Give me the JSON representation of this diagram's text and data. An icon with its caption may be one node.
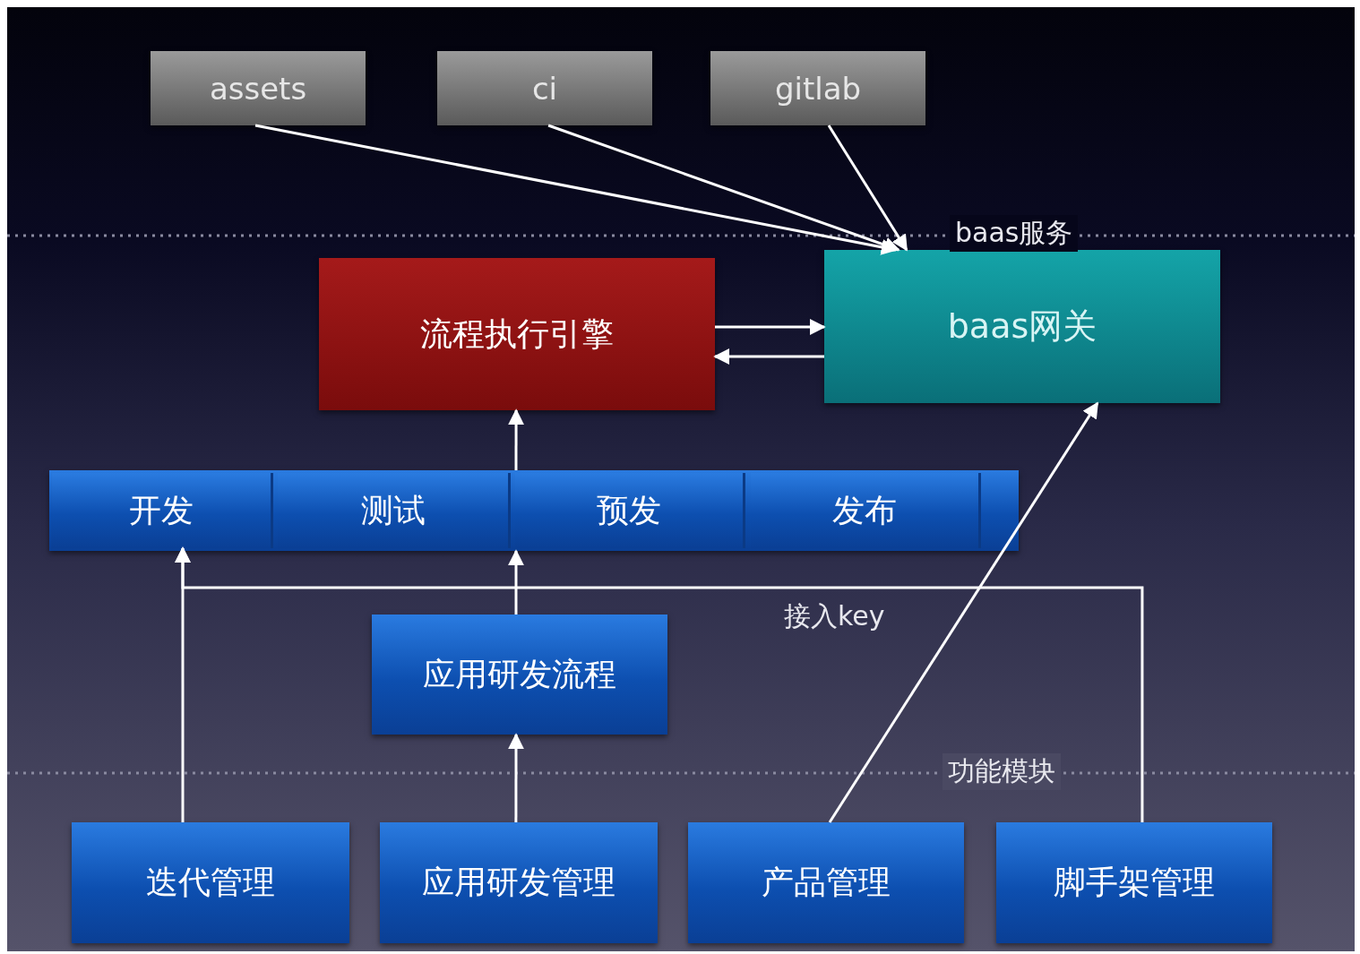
{
  "diagram": {
    "nodes": [
      {
        "text": [
          "assets"
        ]
      },
      {
        "text": [
          "ci"
        ]
      },
      {
        "text": [
          "gitlab"
        ]
      },
      {
        "text": [
          "流程执行引擎"
        ]
      },
      {
        "text": [
          "baas网关"
        ]
      },
      {
        "text": [],
        "shape": "bar"
      },
      {
        "text": [
          "开发"
        ],
        "in": 5
      },
      {
        "text": [
          "测试"
        ],
        "in": 5
      },
      {
        "text": [
          "预发"
        ],
        "in": 5
      },
      {
        "text": [
          "发布"
        ],
        "in": 5
      },
      {
        "text": [
          "应用研发流程"
        ]
      },
      {
        "text": [
          "迭代管理"
        ]
      },
      {
        "text": [
          "应用研发管理"
        ]
      },
      {
        "text": [
          "产品管理"
        ]
      },
      {
        "text": [
          "脚手架管理"
        ]
      }
    ],
    "edges": [
      {
        "from": 0,
        "to": 4,
        "arrow": "to"
      },
      {
        "from": 1,
        "to": 4,
        "arrow": "to"
      },
      {
        "from": 2,
        "to": 4,
        "arrow": "to"
      },
      {
        "from": 3,
        "to": 4,
        "arrow": "to"
      },
      {
        "from": 4,
        "to": 3,
        "arrow": "to"
      },
      {
        "from": 5,
        "to": 3,
        "arrow": "to"
      },
      {
        "from": 10,
        "to": 5,
        "arrow": "to"
      },
      {
        "from": 12,
        "to": 10,
        "arrow": "to"
      },
      {
        "from": 11,
        "to": 6,
        "arrow": "to"
      },
      {
        "from": 13,
        "to": 4,
        "arrow": "to"
      },
      {
        "from": 14,
        "to": 6,
        "arrow": "to",
        "label": "接入key"
      }
    ],
    "labels": [
      "baas服务",
      "功能模块"
    ]
  }
}
